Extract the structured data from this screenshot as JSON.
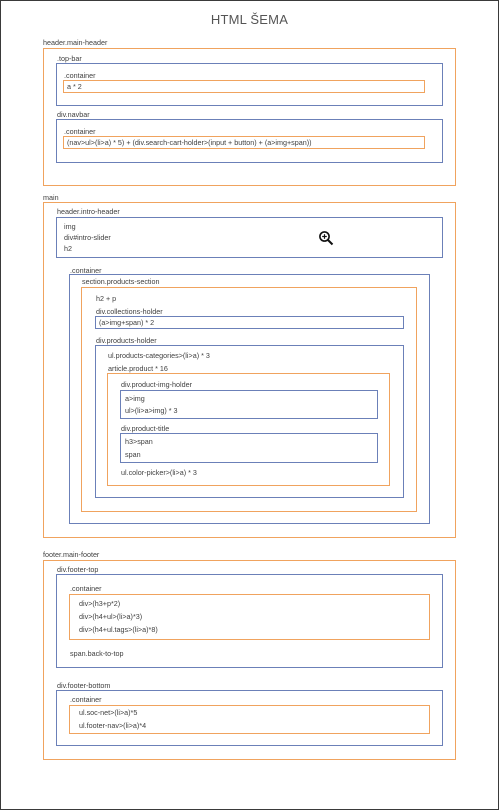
{
  "title": "HTML ŠEMA",
  "header": {
    "label": "header.main-header",
    "top_bar": {
      "label": ".top-bar",
      "container_label": ".container",
      "content": "a * 2"
    },
    "navbar": {
      "label": "div.navbar",
      "container_label": ".container",
      "content": "(nav>ul>(li>a) * 5) + (div.search-cart-holder>(input + button) + (a>img+span))"
    }
  },
  "main": {
    "label": "main",
    "intro": {
      "label": "header.intro-header",
      "lines": [
        "img",
        "div#intro-slider",
        "h2"
      ]
    },
    "container_label": ".container",
    "products": {
      "label": "section.products-section",
      "h2p": "h2 + p",
      "collections": {
        "label": "div.collections-holder",
        "content": "(a>img+span) * 2"
      },
      "holder": {
        "label": "div.products-holder",
        "categories": "ul.products-categories>(li>a) * 3",
        "article": {
          "label": "article.product * 16",
          "img_holder": {
            "label": "div.product-img-holder",
            "lines": [
              "a>img",
              "ul>(li>a>img) * 3"
            ]
          },
          "title_box": {
            "label": "div.product-title",
            "lines": [
              "h3>span",
              "span"
            ]
          },
          "color_picker": "ul.color-picker>(li>a) * 3"
        }
      }
    }
  },
  "footer": {
    "label": "footer.main-footer",
    "top": {
      "label": "div.footer-top",
      "container_label": ".container",
      "lines": [
        "div>(h3+p*2)",
        "div>(h4+ul>(li>a)*3)",
        "div>(h4+ul.tags>(li>a)*8)"
      ],
      "back_to_top": "span.back-to-top"
    },
    "bottom": {
      "label": "div.footer-bottom",
      "container_label": ".container",
      "lines": [
        "ul.soc-net>(li>a)*5",
        "ul.footer-nav>(li>a)*4"
      ]
    }
  },
  "icons": {
    "zoom": "zoom-in-icon"
  }
}
